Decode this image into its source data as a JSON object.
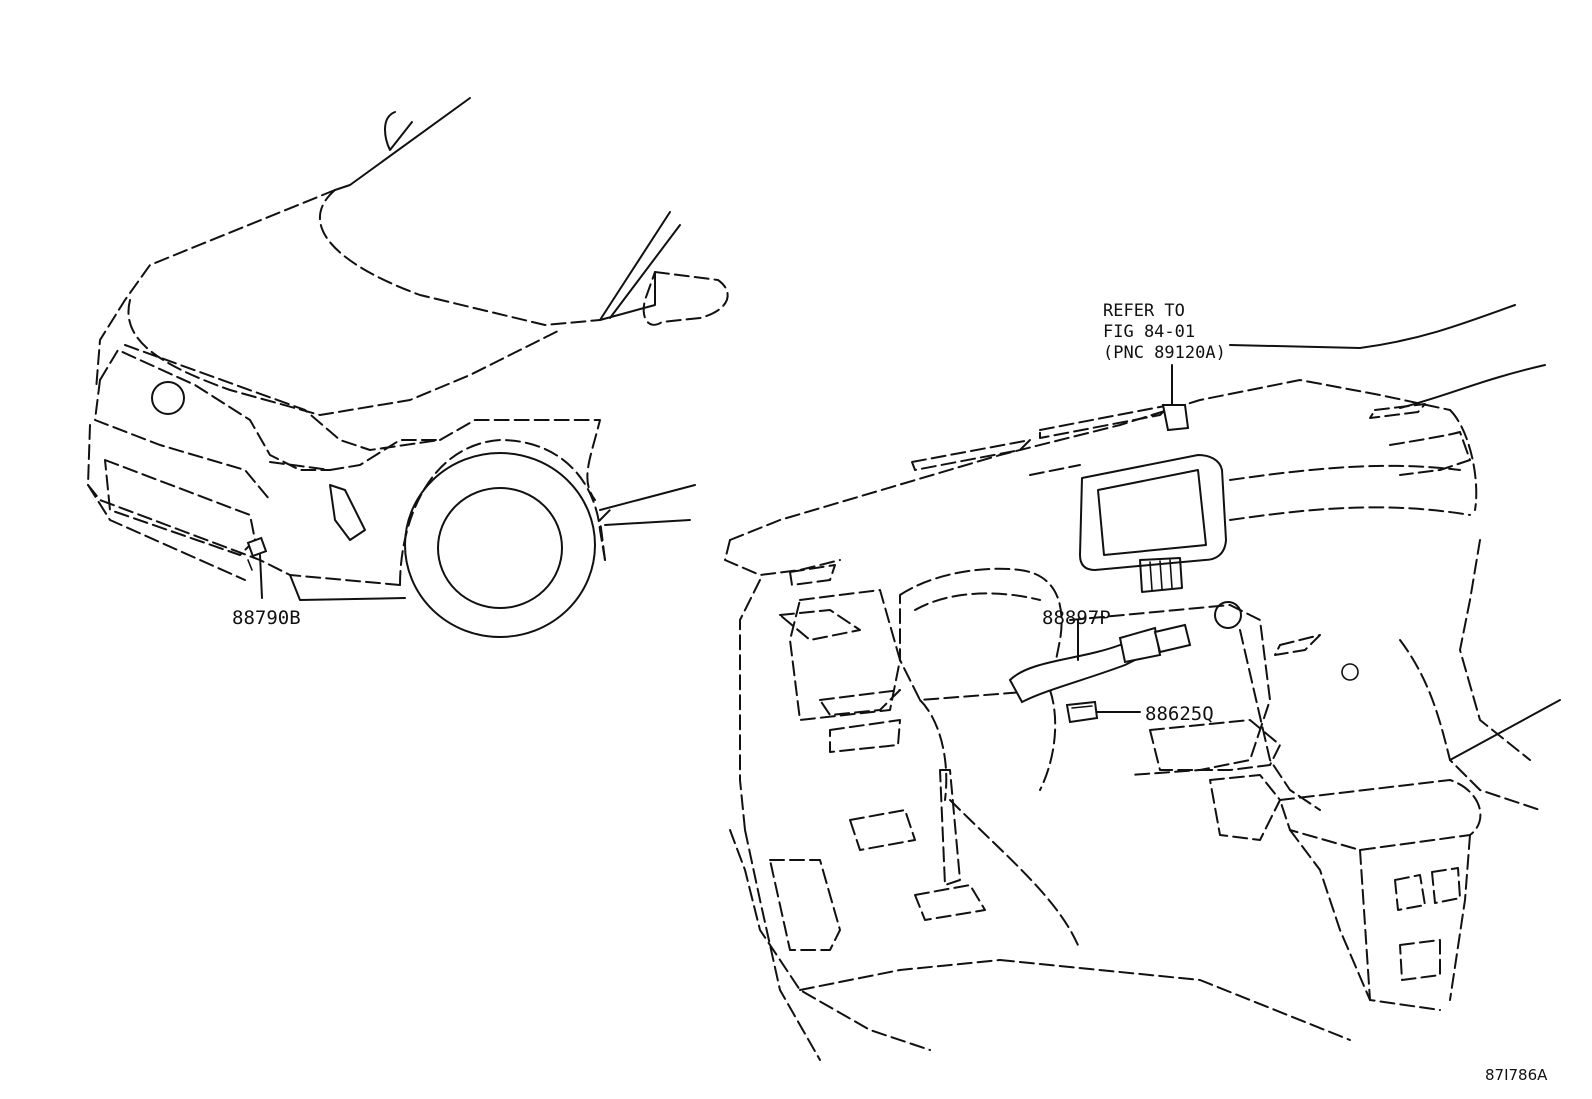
{
  "callouts": {
    "sensor_front": "88790B",
    "harness": "88897P",
    "sensor_cabin": "88625Q"
  },
  "reference_note": {
    "line1": "REFER TO",
    "line2": "FIG 84-01",
    "line3": "(PNC 89120A)"
  },
  "figure_code": "87I786A"
}
